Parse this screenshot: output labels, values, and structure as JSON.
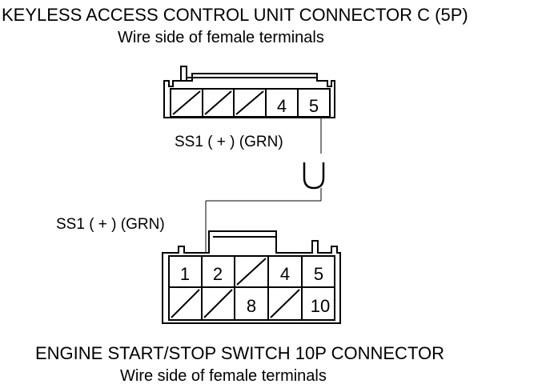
{
  "top_connector": {
    "title": "KEYLESS ACCESS CONTROL UNIT CONNECTOR C (5P)",
    "subtitle": "Wire side of female terminals",
    "terminals": [
      "",
      "",
      "",
      "4",
      "5"
    ]
  },
  "wire": {
    "top_label": "SS1 ( + ) (GRN)",
    "bottom_label": "SS1 ( + ) (GRN)"
  },
  "bottom_connector": {
    "title": "ENGINE START/STOP SWITCH 10P CONNECTOR",
    "subtitle": "Wire side of female terminals",
    "row1": [
      "1",
      "2",
      "",
      "4",
      "5"
    ],
    "row2": [
      "",
      "",
      "8",
      "",
      "10"
    ]
  }
}
